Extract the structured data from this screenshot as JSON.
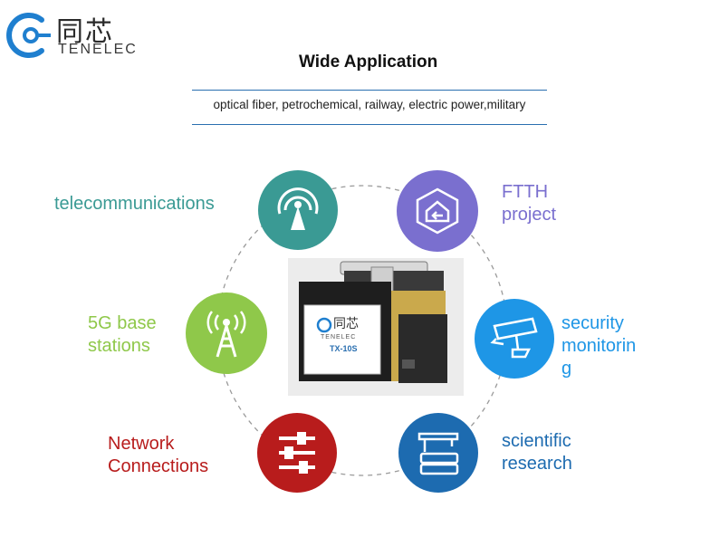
{
  "brand": {
    "name_cn": "同芯",
    "name_en": "TENELEC",
    "colors": {
      "blue": "#1f7fcf"
    }
  },
  "header": {
    "title": "Wide Application",
    "subtitle": "optical fiber, petrochemical, railway, electric power,military"
  },
  "applications": [
    {
      "id": "telecom",
      "label_lines": [
        "telecommunications"
      ],
      "icon": "antenna-signal-icon",
      "color": "#3a9a94"
    },
    {
      "id": "ftth",
      "label_lines": [
        "FTTH",
        "project"
      ],
      "icon": "home-arrow-icon",
      "color": "#7a6fcf"
    },
    {
      "id": "5g",
      "label_lines": [
        "5G base",
        "stations"
      ],
      "icon": "cell-tower-icon",
      "color": "#8fc84a"
    },
    {
      "id": "security",
      "label_lines": [
        "security",
        "monitorin",
        "g"
      ],
      "icon": "security-camera-icon",
      "color": "#1e96e6"
    },
    {
      "id": "network",
      "label_lines": [
        "Network",
        "Connections"
      ],
      "icon": "sliders-icon",
      "color": "#b81c1c"
    },
    {
      "id": "science",
      "label_lines": [
        "scientific",
        "research"
      ],
      "icon": "graduation-books-icon",
      "color": "#1d6bb0"
    }
  ],
  "device": {
    "brand_cn": "同芯",
    "brand_en": "TENELEC",
    "model": "TX-10S"
  }
}
